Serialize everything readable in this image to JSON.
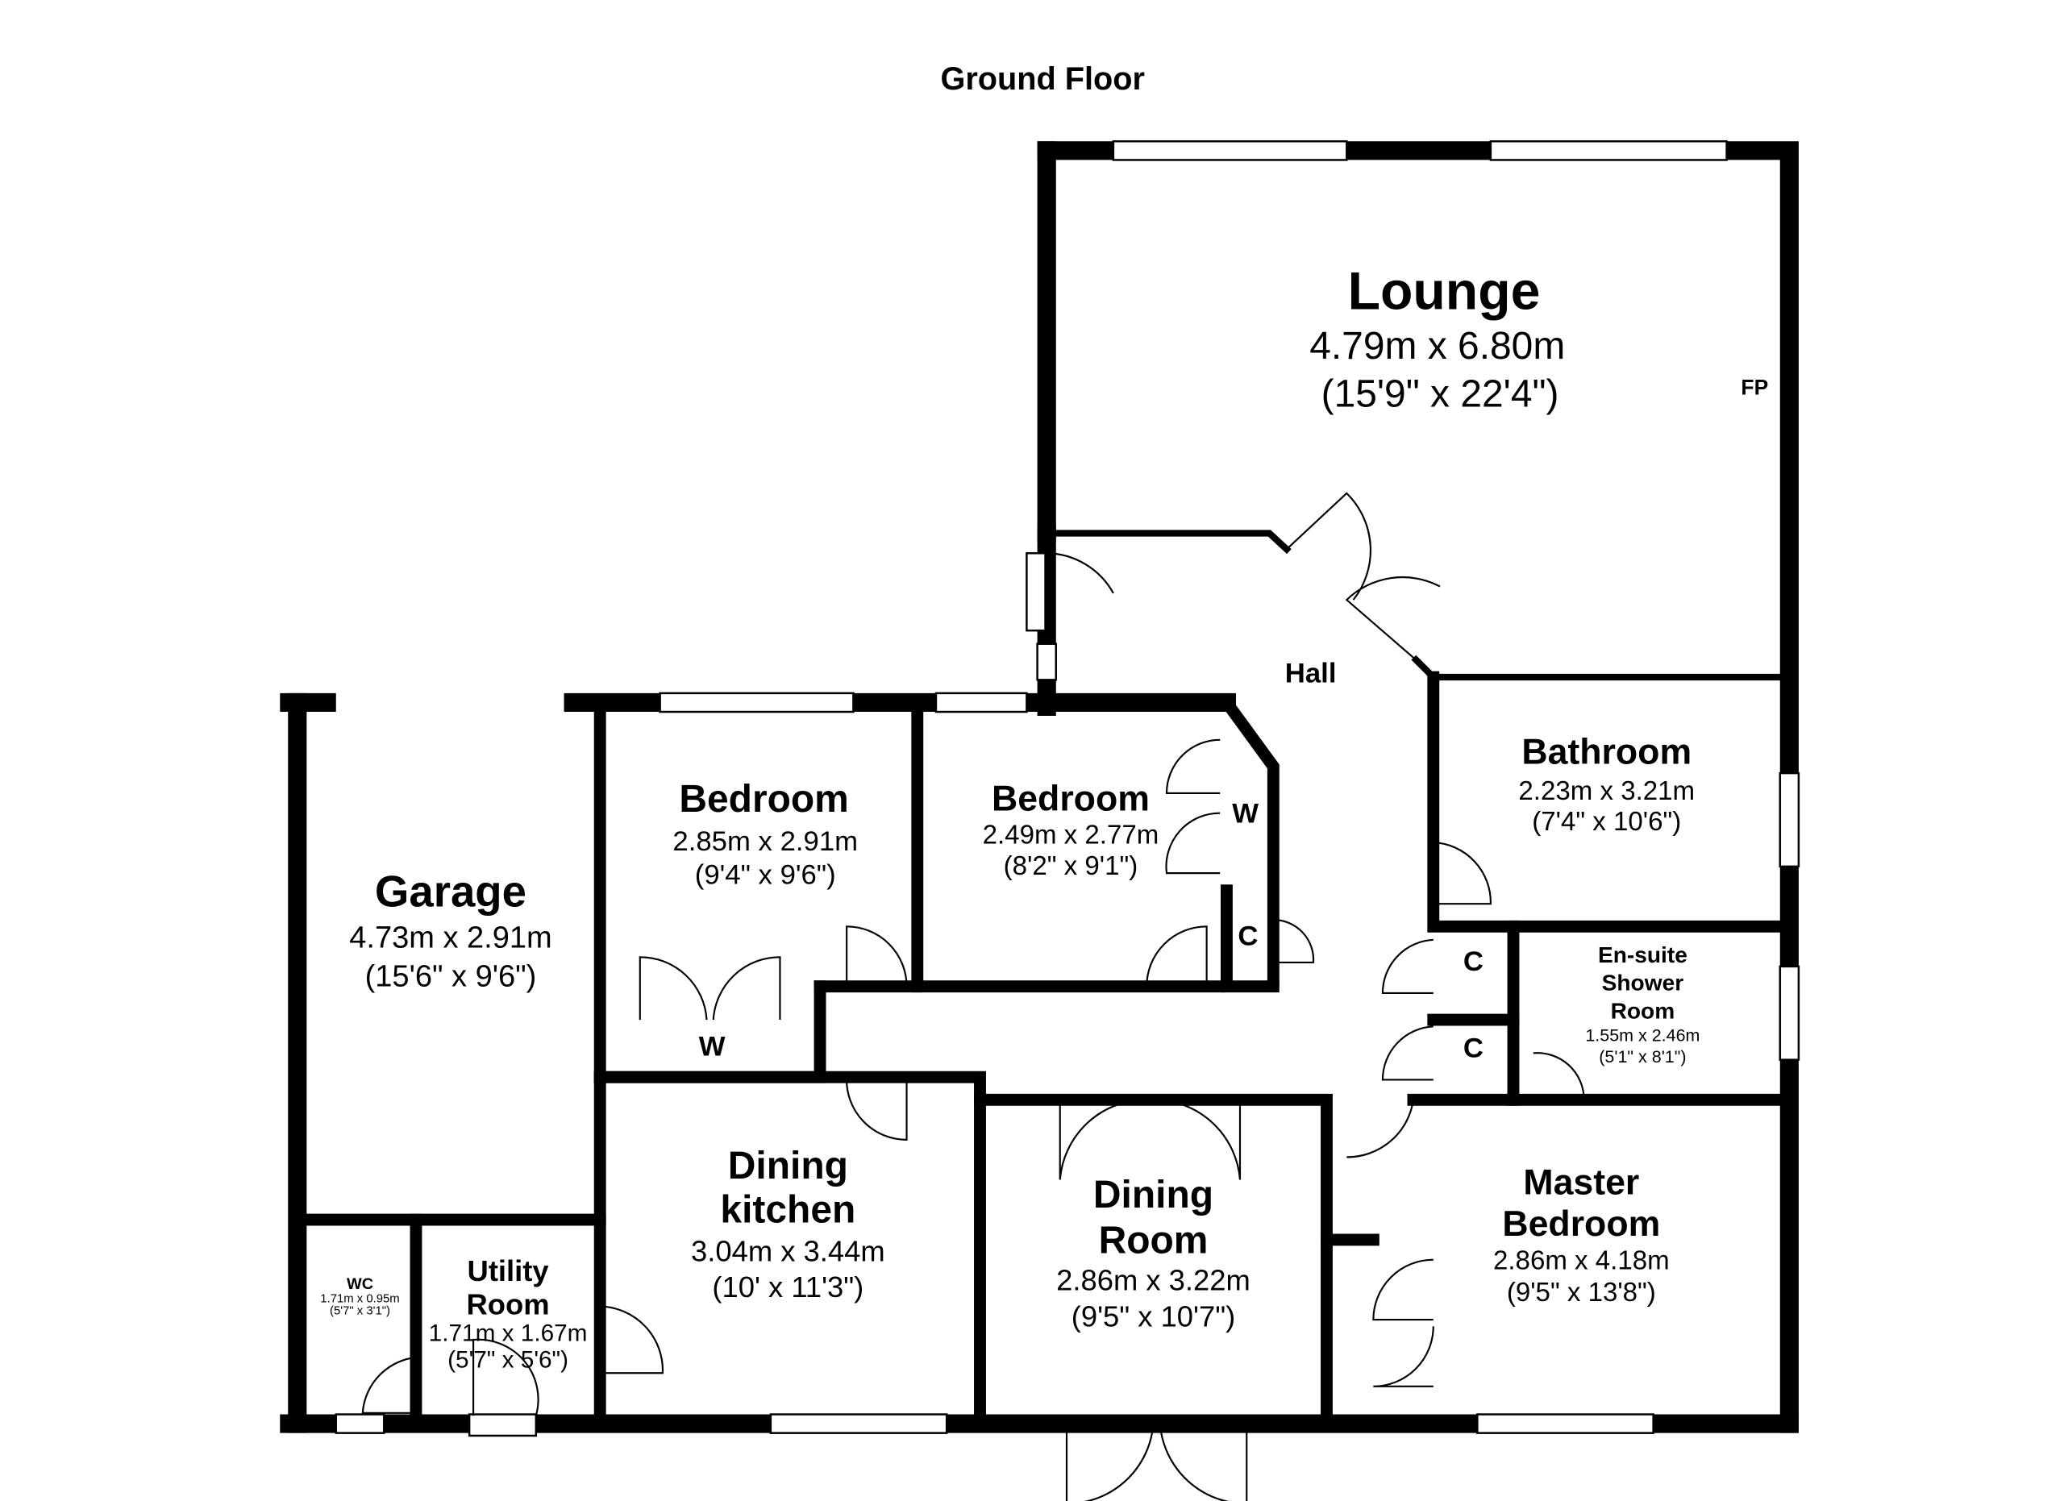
{
  "title": "Ground Floor",
  "rooms": {
    "lounge": {
      "name": "Lounge",
      "metric": "4.79m x 6.80m",
      "imperial": "(15'9\" x 22'4\")"
    },
    "fp": "FP",
    "hall": "Hall",
    "bathroom": {
      "name": "Bathroom",
      "metric": "2.23m x 3.21m",
      "imperial": "(7'4\" x 10'6\")"
    },
    "bedroom1": {
      "name": "Bedroom",
      "metric": "2.85m x 2.91m",
      "imperial": "(9'4\" x 9'6\")"
    },
    "bedroom2": {
      "name": "Bedroom",
      "metric": "2.49m x 2.77m",
      "imperial": "(8'2\" x 9'1\")"
    },
    "garage": {
      "name": "Garage",
      "metric": "4.73m x 2.91m",
      "imperial": "(15'6\" x 9'6\")"
    },
    "ensuite": {
      "name1": "En-suite",
      "name2": "Shower",
      "name3": "Room",
      "metric": "1.55m x 2.46m",
      "imperial": "(5'1\" x 8'1\")"
    },
    "dining_kitchen": {
      "name1": "Dining",
      "name2": "kitchen",
      "metric": "3.04m x 3.44m",
      "imperial": "(10' x 11'3\")"
    },
    "dining_room": {
      "name1": "Dining",
      "name2": "Room",
      "metric": "2.86m x 3.22m",
      "imperial": "(9'5\" x 10'7\")"
    },
    "master": {
      "name1": "Master",
      "name2": "Bedroom",
      "metric": "2.86m x 4.18m",
      "imperial": "(9'5\" x 13'8\")"
    },
    "wc": {
      "name": "WC",
      "metric": "1.71m x 0.95m",
      "imperial": "(5'7\" x 3'1\")"
    },
    "utility": {
      "name1": "Utility",
      "name2": "Room",
      "metric": "1.71m x 1.67m",
      "imperial": "(5'7\" x 5'6\")"
    }
  },
  "markers": {
    "wardrobe": "W",
    "cupboard": "C"
  }
}
